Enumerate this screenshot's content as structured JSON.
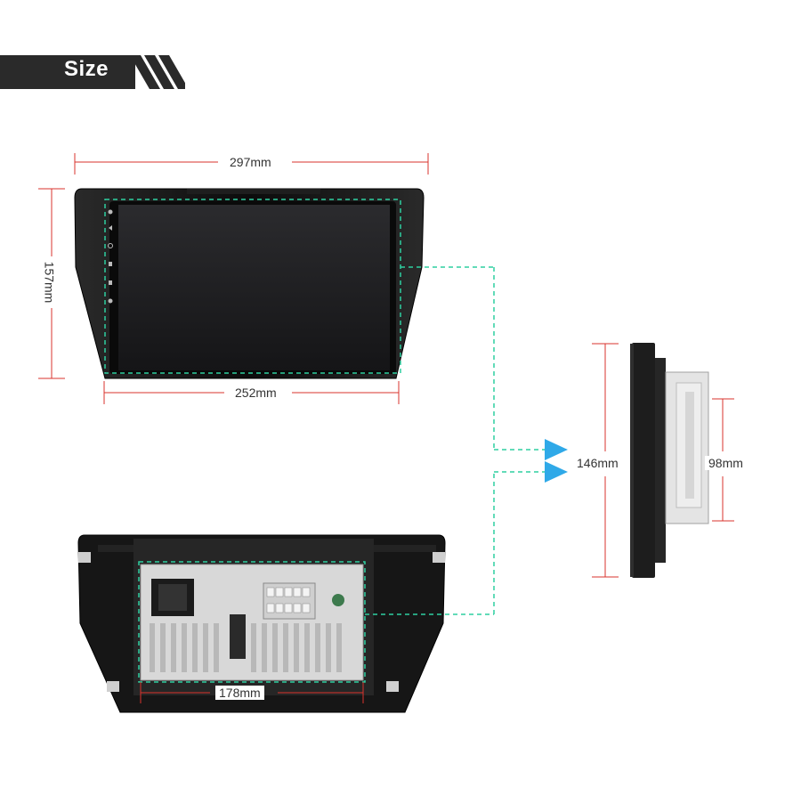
{
  "header": {
    "title": "Size"
  },
  "dimensions": {
    "front_width": "297mm",
    "front_height": "157mm",
    "screen_width": "252mm",
    "chassis_width": "178mm",
    "side_height": "146mm",
    "side_chassis_height": "98mm"
  },
  "colors": {
    "banner": "#2a2a2a",
    "dimension_line": "#d9332c",
    "guide_dashed": "#2ecfa0",
    "arrow": "#2fa9e8",
    "screen": "#1c1c1e",
    "bezel": "#111111",
    "chassis": "#d8d8d8"
  },
  "icons": [
    "home-icon",
    "back-icon",
    "power-icon",
    "volume-up-icon",
    "volume-down-icon",
    "gps-icon"
  ]
}
